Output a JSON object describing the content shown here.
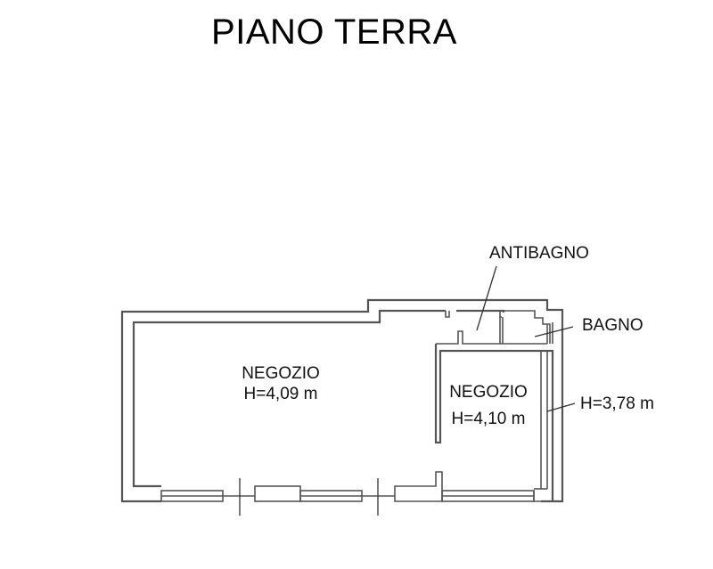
{
  "title": "PIANO TERRA",
  "rooms": [
    {
      "name": "NEGOZIO",
      "height": "H=4,09 m"
    },
    {
      "name": "NEGOZIO",
      "height": "H=4,10 m"
    }
  ],
  "labels": {
    "antibagno": "ANTIBAGNO",
    "bagno": "BAGNO",
    "side_height": "H=3,78 m"
  },
  "colors": {
    "wall": "#555555",
    "text": "#111111",
    "background": "#ffffff"
  }
}
